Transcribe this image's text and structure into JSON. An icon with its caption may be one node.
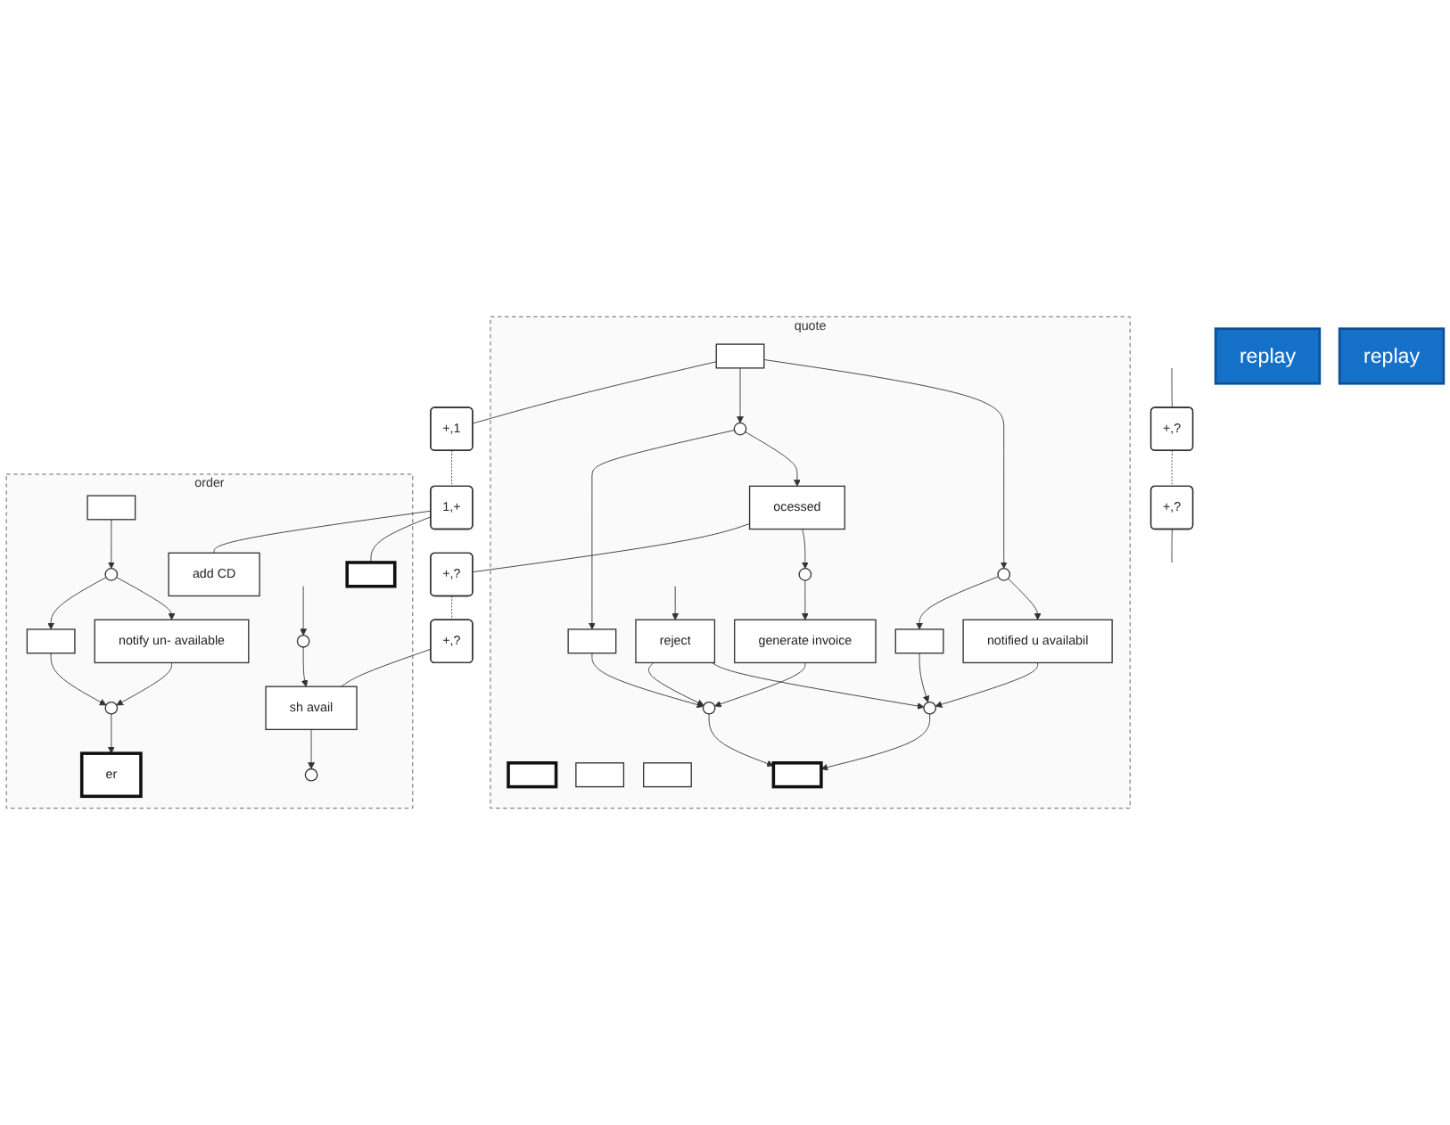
{
  "diagram": {
    "nodes": [
      {
        "text": [
          "quote"
        ]
      },
      {
        "text": [],
        "shape": "box",
        "in": 0
      },
      {
        "text": [],
        "shape": "box",
        "in": 0
      },
      {
        "text": [],
        "shape": "box",
        "in": 0
      },
      {
        "text": [],
        "shape": "circle",
        "in": 0
      },
      {
        "text": [],
        "shape": "circle",
        "in": 0
      },
      {
        "text": [
          "ocessed"
        ],
        "in": 0
      },
      {
        "text": [],
        "shape": "box",
        "in": 0
      },
      {
        "text": [
          "notified u availabil"
        ],
        "in": 0
      },
      {
        "text": [
          "reject"
        ],
        "in": 0
      },
      {
        "text": [],
        "shape": "box",
        "in": 0
      },
      {
        "text": [],
        "shape": "circle",
        "in": 0
      },
      {
        "text": [
          "generate invoice"
        ],
        "in": 0
      },
      {
        "text": [],
        "shape": "box",
        "in": 0
      },
      {
        "text": [],
        "shape": "circle",
        "in": 0
      },
      {
        "text": [],
        "shape": "circle",
        "in": 0
      },
      {
        "text": [],
        "shape": "box",
        "in": 0
      },
      {
        "text": [
          "+,1"
        ]
      },
      {
        "text": [
          "+,?"
        ]
      },
      {
        "text": [
          "+,?"
        ]
      },
      {
        "text": [
          "order"
        ]
      },
      {
        "text": [
          "1,+"
        ]
      },
      {
        "text": [],
        "shape": "box",
        "in": 20
      },
      {
        "text": [
          "add CD"
        ],
        "in": 20
      },
      {
        "text": [],
        "shape": "box",
        "in": 20
      },
      {
        "text": [],
        "shape": "circle",
        "in": 20
      },
      {
        "text": [],
        "shape": "circle",
        "in": 20
      },
      {
        "text": [
          "+,?"
        ]
      },
      {
        "text": [
          "+,?"
        ]
      },
      {
        "text": [
          "sh avail"
        ],
        "in": 20
      },
      {
        "text": [
          "notify un- available"
        ],
        "in": 20
      },
      {
        "text": [],
        "shape": "box",
        "in": 20
      },
      {
        "text": [],
        "shape": "circle",
        "in": 20
      },
      {
        "text": [],
        "shape": "circle",
        "in": 20
      },
      {
        "text": [
          "er"
        ],
        "in": 20
      },
      {
        "text": [
          "replay"
        ]
      },
      {
        "text": [
          "replay"
        ]
      }
    ],
    "edges": [
      {
        "from": 3,
        "to": 4,
        "arrow": "to"
      },
      {
        "from": 3,
        "to": 5,
        "arrow": "to"
      },
      {
        "from": 3,
        "to": 17,
        "arrow": "none"
      },
      {
        "from": null,
        "to": 9,
        "arrow": "to"
      },
      {
        "from": 4,
        "to": 8,
        "arrow": "to"
      },
      {
        "from": 4,
        "to": 7,
        "arrow": "to"
      },
      {
        "from": 7,
        "to": 14,
        "arrow": "to"
      },
      {
        "from": 5,
        "to": 6,
        "arrow": "to"
      },
      {
        "from": 5,
        "to": 13,
        "arrow": "to"
      },
      {
        "from": 13,
        "to": 15,
        "arrow": "to"
      },
      {
        "from": 6,
        "to": 11,
        "arrow": "to"
      },
      {
        "from": 11,
        "to": 12,
        "arrow": "to"
      },
      {
        "from": 12,
        "to": 15,
        "arrow": "to"
      },
      {
        "from": 6,
        "to": 18,
        "arrow": "none"
      },
      {
        "from": null,
        "to": 19,
        "arrow": "none"
      },
      {
        "from": 8,
        "to": 14,
        "arrow": "to"
      },
      {
        "from": 9,
        "to": 14,
        "arrow": "to"
      },
      {
        "from": 9,
        "to": 15,
        "arrow": "to"
      },
      {
        "from": 14,
        "to": 16,
        "arrow": "to"
      },
      {
        "from": 15,
        "to": 16,
        "arrow": "to"
      },
      {
        "from": 17,
        "to": 21,
        "arrow": "none",
        "style": "dashed"
      },
      {
        "from": 18,
        "to": 27,
        "arrow": "none",
        "style": "dashed"
      },
      {
        "from": 19,
        "to": 28,
        "arrow": "none",
        "style": "dashed"
      },
      {
        "from": 21,
        "to": 22,
        "arrow": "none"
      },
      {
        "from": 21,
        "to": 23,
        "arrow": "none"
      },
      {
        "from": 27,
        "to": 29,
        "arrow": "none"
      },
      {
        "from": 28,
        "to": null,
        "arrow": "none"
      },
      {
        "from": 25,
        "to": 29,
        "arrow": "to"
      },
      {
        "from": 24,
        "to": 26,
        "arrow": "to"
      },
      {
        "from": 26,
        "to": 30,
        "arrow": "to"
      },
      {
        "from": 26,
        "to": 31,
        "arrow": "to"
      },
      {
        "from": 31,
        "to": 33,
        "arrow": "to"
      },
      {
        "from": 30,
        "to": 33,
        "arrow": "to"
      },
      {
        "from": 33,
        "to": 34,
        "arrow": "to"
      },
      {
        "from": 29,
        "to": 32,
        "arrow": "to"
      },
      {
        "from": null,
        "to": 25,
        "arrow": "to"
      }
    ]
  }
}
